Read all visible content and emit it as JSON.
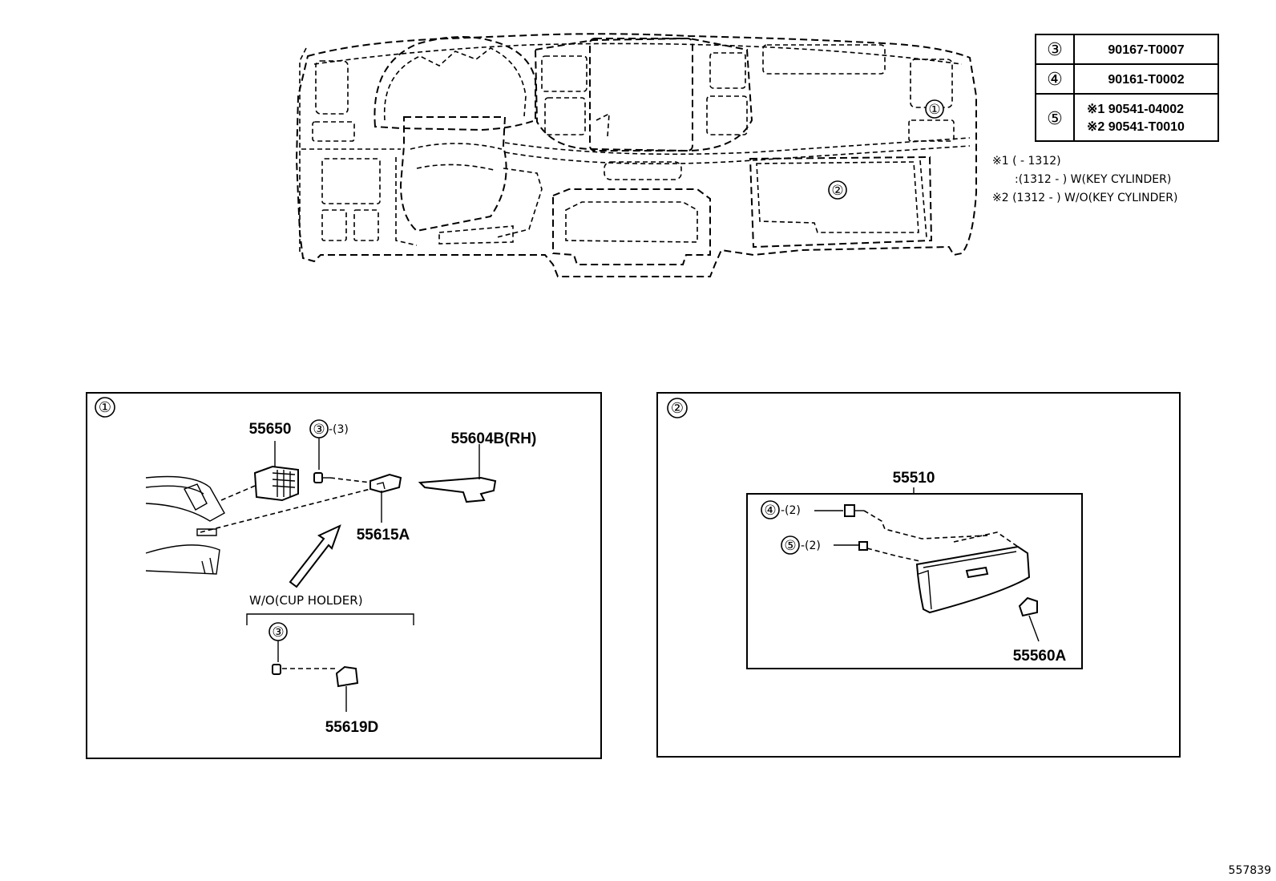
{
  "callouts": {
    "c1": "①",
    "c2": "②",
    "c3": "③",
    "c4": "④",
    "c5": "⑤"
  },
  "parts_table": [
    {
      "ref": "③",
      "lines": [
        "90167-T0007"
      ]
    },
    {
      "ref": "④",
      "lines": [
        "90161-T0002"
      ]
    },
    {
      "ref": "⑤",
      "lines": [
        "※1 90541-04002",
        "※2 90541-T0010"
      ]
    }
  ],
  "notes": [
    "※1 (      - 1312)",
    ":(1312 -      ) W(KEY CYLINDER)",
    "※2 (1312 -      ) W/O(KEY CYLINDER)"
  ],
  "detail1": {
    "ref": "①",
    "p_55650": "55650",
    "qty_screw": "-(3)",
    "p_55604B": "55604B(RH)",
    "p_55615A": "55615A",
    "variant": "W/O(CUP HOLDER)",
    "p_55619D": "55619D"
  },
  "detail2": {
    "ref": "②",
    "p_55510": "55510",
    "qty4": "-(2)",
    "qty5": "-(2)",
    "p_55560A": "55560A"
  },
  "illustration_id": "557839"
}
